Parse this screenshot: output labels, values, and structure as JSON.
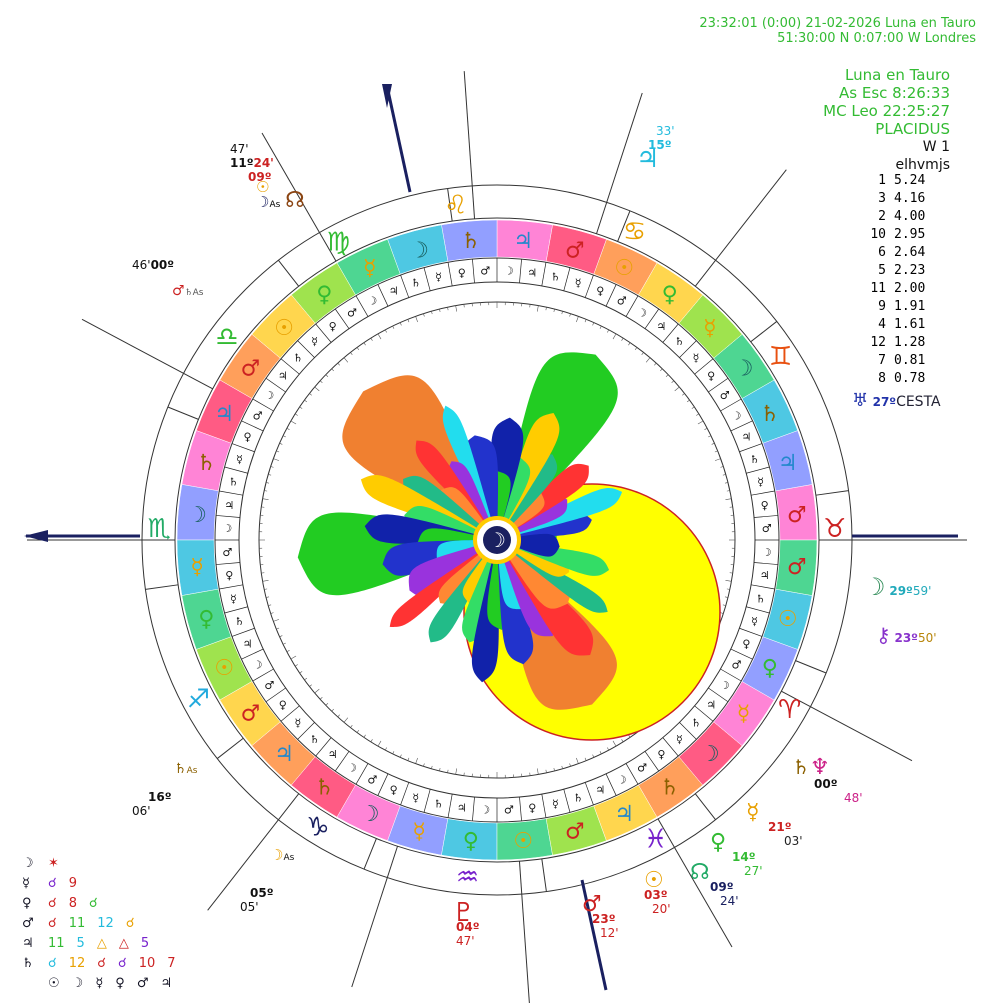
{
  "header": {
    "line1": "23:32:01 (0:00) 21-02-2026  Luna en Tauro",
    "line2": "51:30:00 N  0:07:00 W  Londres"
  },
  "info": {
    "title": "Luna en Tauro",
    "asc": "As Esc  8:26:33",
    "mc": "MC Leo  22:25:27",
    "system": "PLACIDUS",
    "w": "W 1",
    "code": "elhvmjs"
  },
  "scores": [
    {
      "h": "1",
      "v": "5.24"
    },
    {
      "h": "3",
      "v": "4.16"
    },
    {
      "h": "2",
      "v": "4.00"
    },
    {
      "h": "10",
      "v": "2.95"
    },
    {
      "h": "6",
      "v": "2.64"
    },
    {
      "h": "5",
      "v": "2.23"
    },
    {
      "h": "11",
      "v": "2.00"
    },
    {
      "h": "9",
      "v": "1.91"
    },
    {
      "h": "4",
      "v": "1.61"
    },
    {
      "h": "12",
      "v": "1.28"
    },
    {
      "h": "7",
      "v": "0.81"
    },
    {
      "h": "8",
      "v": "0.78"
    }
  ],
  "cesta": {
    "glyph": "♅",
    "degree": "27º",
    "label": "CESTA"
  },
  "cusps": {
    "c1": {
      "deg": "11º",
      "min": "47'",
      "deg2": "24'",
      "sign": "09º"
    },
    "c2": {
      "deg": "00º",
      "min": "46'"
    },
    "c3": {
      "deg": "16º",
      "min": "06'"
    },
    "c4": {
      "deg": "05º",
      "min": "05'"
    },
    "c5": {
      "deg": "04º",
      "min": "47'"
    },
    "c6": {
      "deg": "23º",
      "min": "12'"
    },
    "c7": {
      "deg": "03º",
      "min": "20'"
    },
    "c8": {
      "deg": "09º",
      "min": "24'"
    },
    "c9": {
      "deg": "14º",
      "min": "27'"
    },
    "c10": {
      "deg": "21º",
      "min": "03'"
    },
    "c11": {
      "deg": "00º",
      "min": "48'"
    },
    "c12": {
      "deg": "15º",
      "min": "33'"
    },
    "moon": {
      "deg": "29º",
      "min": "59'"
    },
    "chiron": {
      "deg": "23º",
      "min": "50'"
    },
    "as": "As"
  },
  "signs": [
    "♌",
    "♋",
    "♊",
    "♉",
    "♈",
    "♓",
    "♒",
    "♑",
    "♐",
    "♏",
    "♎",
    "♍"
  ],
  "band_glyphs": [
    "♂",
    "♃",
    "♄",
    "☽",
    "☿",
    "♀",
    "☉",
    "♂",
    "♃",
    "♄",
    "☽",
    "☿",
    "♀",
    "☉",
    "♂",
    "♃",
    "♄",
    "☽",
    "☿",
    "♀",
    "☉",
    "♂",
    "♃",
    "♄",
    "☽",
    "☿",
    "♀",
    "☉",
    "♂",
    "♃",
    "♄",
    "☽",
    "☿",
    "♀",
    "☉",
    "♂"
  ],
  "aspects": [
    {
      "s": "☽",
      "items": [
        "✶"
      ]
    },
    {
      "s": "☿",
      "items": [
        "☌",
        "9"
      ]
    },
    {
      "s": "♀",
      "items": [
        "☌",
        "8",
        "☌"
      ]
    },
    {
      "s": "♂",
      "items": [
        "☌",
        "11",
        "12",
        "☌"
      ]
    },
    {
      "s": "♃",
      "items": [
        "11",
        "5",
        "△",
        "△",
        "5"
      ]
    },
    {
      "s": "♄",
      "items": [
        "☌",
        "12",
        "☌",
        "☌",
        "10",
        "7"
      ]
    },
    {
      "s": "",
      "items": [
        "☉",
        "☽",
        "☿",
        "♀",
        "♂",
        "♃"
      ]
    }
  ],
  "colors": {
    "green": "#33bb33",
    "navy": "#1a2060",
    "red": "#cc2222",
    "orange": "#f08030",
    "yellow": "#ffff00"
  }
}
